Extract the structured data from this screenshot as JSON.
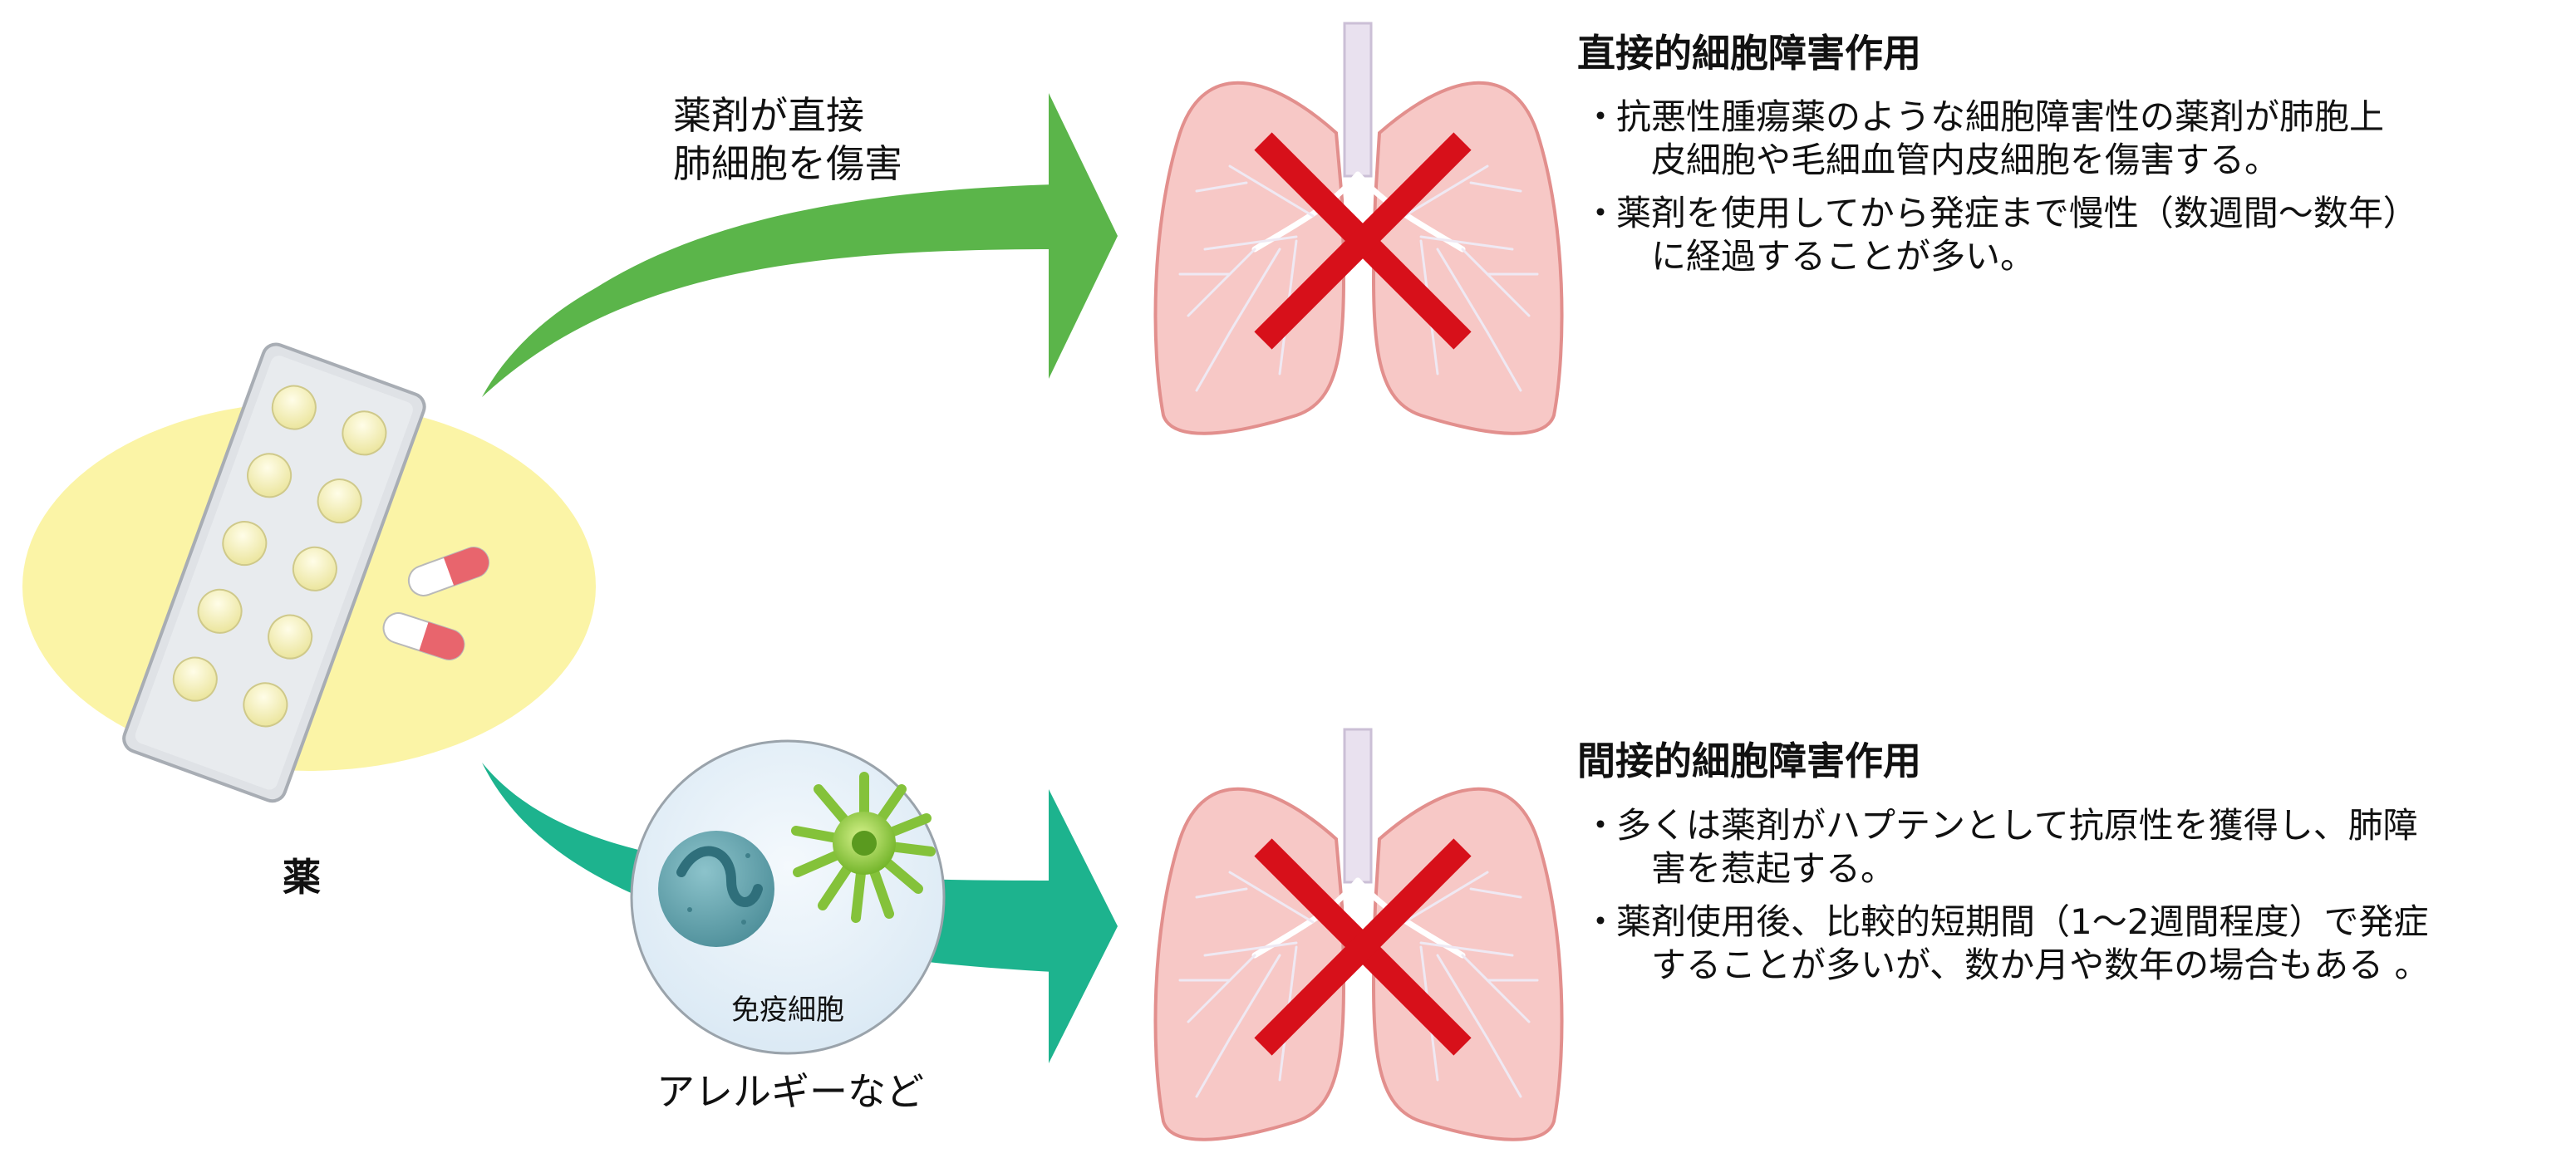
{
  "colors": {
    "arrow_green": "#5bb54a",
    "arrow_teal": "#1db38e",
    "lung_fill": "#f7c8c6",
    "lung_stroke": "#e28f8d",
    "cross_red": "#d7101a",
    "drug_bg": "#fbf4a6",
    "pill": "#f4f0b8",
    "capsule_red": "#e8656d",
    "immune_bg": "#e2eff8",
    "neutrophil": "#5fa3ae",
    "dendritic": "#8ccb3a"
  },
  "icons": [
    "blister-pack-icon",
    "capsule-icon",
    "lung-icon",
    "cross-icon",
    "neutrophil-icon",
    "dendritic-cell-icon"
  ],
  "drug": {
    "label": "薬"
  },
  "direct": {
    "arrow_label": [
      "薬剤が直接",
      "肺細胞を傷害"
    ],
    "heading": "直接的細胞障害作用",
    "bullet_mark": "・",
    "bullets": [
      [
        "抗悪性腫瘍薬のような細胞障害性の薬剤が肺胞上",
        "皮細胞や毛細血管内皮細胞を傷害する。"
      ],
      [
        "薬剤を使用してから発症まで慢性（数週間〜数年）",
        "に経過することが多い。"
      ]
    ]
  },
  "indirect": {
    "immune_label": "免疫細胞",
    "allergy_label": "アレルギーなど",
    "heading": "間接的細胞障害作用",
    "bullet_mark": "・",
    "bullets": [
      [
        "多くは薬剤がハプテンとして抗原性を獲得し、肺障",
        "害を惹起する。"
      ],
      [
        "薬剤使用後、比較的短期間（1〜2週間程度）で発症",
        "することが多いが、数か月や数年の場合もある 。"
      ]
    ]
  }
}
